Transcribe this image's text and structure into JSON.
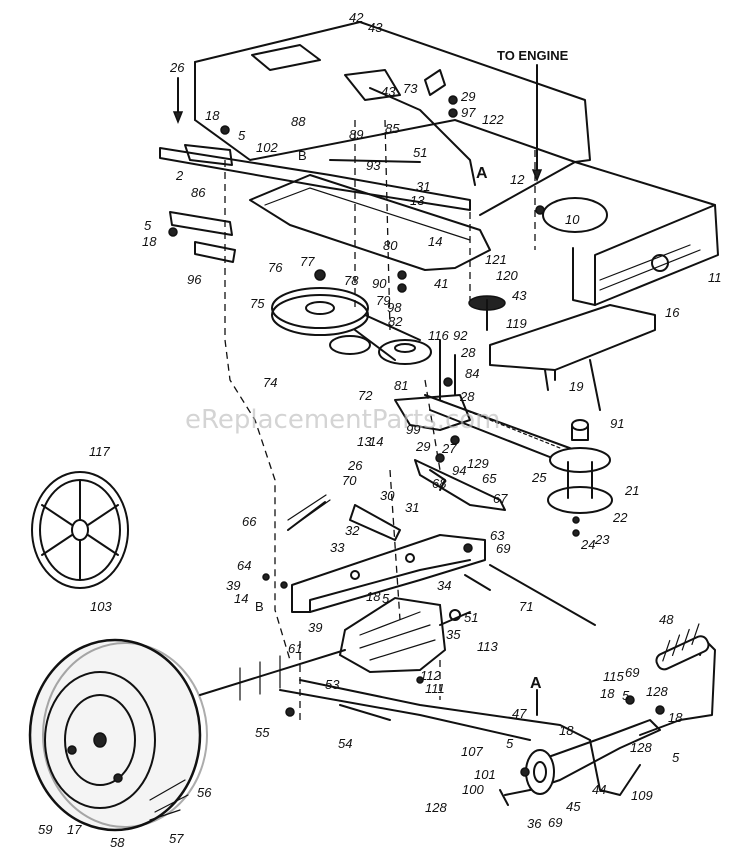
{
  "labels": {
    "to_engine": "TO ENGINE",
    "ref_a_top": "A",
    "ref_a_bottom": "A",
    "ref_b_top": "B",
    "ref_b_bottom": "B"
  },
  "watermark": "eReplacementParts.com",
  "callouts": {
    "c2": "2",
    "c5a": "5",
    "c5b": "5",
    "c5c": "5",
    "c5d": "5",
    "c5e": "5",
    "c5f": "5",
    "c10": "10",
    "c11": "11",
    "c12": "12",
    "c13a": "13",
    "c13b": "13",
    "c14a": "14",
    "c14b": "14",
    "c14c": "14",
    "c16": "16",
    "c17": "17",
    "c18a": "18",
    "c18b": "18",
    "c18c": "18",
    "c18d": "18",
    "c18e": "18",
    "c18f": "18",
    "c19": "19",
    "c21": "21",
    "c22": "22",
    "c23": "23",
    "c24": "24",
    "c25": "25",
    "c26a": "26",
    "c26b": "26",
    "c27": "27",
    "c28a": "28",
    "c28b": "28",
    "c29a": "29",
    "c29b": "29",
    "c30": "30",
    "c31a": "31",
    "c31b": "31",
    "c32": "32",
    "c33": "33",
    "c34": "34",
    "c35": "35",
    "c36": "36",
    "c39a": "39",
    "c39b": "39",
    "c41": "41",
    "c42": "42",
    "c43a": "43",
    "c43b": "43",
    "c43c": "43",
    "c44": "44",
    "c45": "45",
    "c47": "47",
    "c48": "48",
    "c51a": "51",
    "c51b": "51",
    "c53": "53",
    "c54": "54",
    "c55": "55",
    "c56": "56",
    "c57": "57",
    "c58": "58",
    "c59": "59",
    "c61": "61",
    "c63": "63",
    "c64": "64",
    "c65": "65",
    "c66": "66",
    "c67": "67",
    "c68": "68",
    "c69a": "69",
    "c69b": "69",
    "c69c": "69",
    "c70": "70",
    "c71": "71",
    "c72": "72",
    "c73": "73",
    "c74": "74",
    "c75": "75",
    "c76": "76",
    "c77": "77",
    "c78": "78",
    "c79": "79",
    "c80": "80",
    "c81": "81",
    "c82": "82",
    "c84": "84",
    "c85": "85",
    "c86": "86",
    "c88": "88",
    "c89": "89",
    "c90": "90",
    "c91": "91",
    "c92": "92",
    "c93": "93",
    "c94": "94",
    "c96": "96",
    "c97": "97",
    "c98": "98",
    "c99": "99",
    "c100": "100",
    "c101": "101",
    "c102": "102",
    "c103": "103",
    "c107": "107",
    "c109": "109",
    "c111": "111",
    "c112": "112",
    "c113": "113",
    "c115": "115",
    "c116": "116",
    "c117": "117",
    "c119": "119",
    "c120": "120",
    "c121": "121",
    "c122": "122",
    "c128a": "128",
    "c128b": "128",
    "c128c": "128",
    "c129": "129"
  }
}
